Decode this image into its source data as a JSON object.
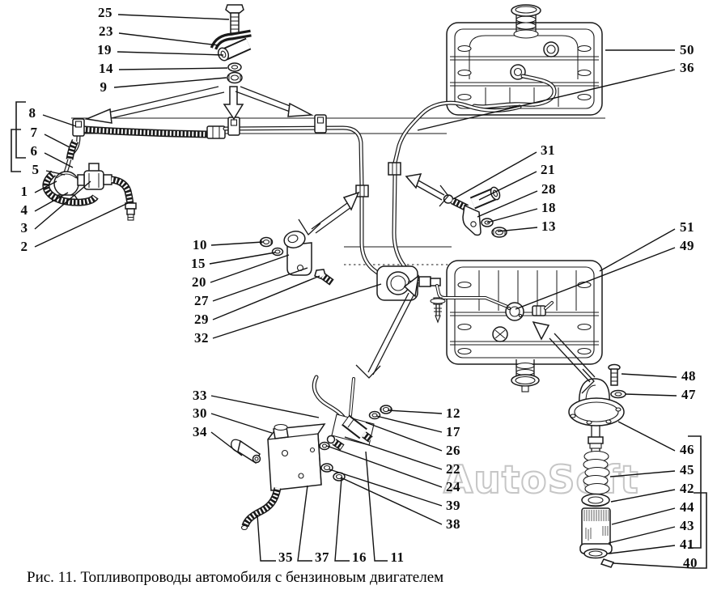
{
  "figure": {
    "caption": "Рис. 11. Топливопроводы автомобиля с бензиновым двигателем",
    "watermark": "AutoSoft"
  },
  "colors": {
    "background": "#ffffff",
    "line": "#1a1a1a",
    "watermark": "#c6c6c6"
  },
  "callouts": {
    "1": "1",
    "2": "2",
    "3": "3",
    "4": "4",
    "5": "5",
    "6": "6",
    "7": "7",
    "8": "8",
    "9": "9",
    "10": "10",
    "11": "11",
    "12": "12",
    "13": "13",
    "14": "14",
    "15": "15",
    "16": "16",
    "17": "17",
    "18": "18",
    "19": "19",
    "20": "20",
    "21": "21",
    "22": "22",
    "23": "23",
    "24": "24",
    "25": "25",
    "26": "26",
    "27": "27",
    "28": "28",
    "29": "29",
    "30": "30",
    "31": "31",
    "32": "32",
    "33": "33",
    "34": "34",
    "35": "35",
    "36": "36",
    "37": "37",
    "38": "38",
    "39": "39",
    "40": "40",
    "41": "41",
    "42": "42",
    "43": "43",
    "44": "44",
    "45": "45",
    "46": "46",
    "47": "47",
    "48": "48",
    "49": "49",
    "50": "50",
    "51": "51"
  }
}
